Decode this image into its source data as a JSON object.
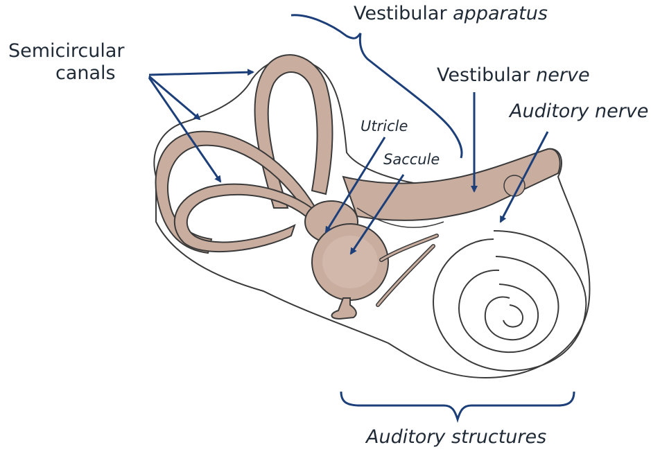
{
  "labels": {
    "semicircular_line1": "Semicircular",
    "semicircular_line2": "canals",
    "vestibular_apparatus_prefix": "Vestibular",
    "vestibular_apparatus_italic": "apparatus",
    "vestibular_nerve_prefix": "Vestibular",
    "vestibular_nerve_italic": "nerve",
    "auditory_nerve": "Auditory nerve",
    "utricle": "Utricle",
    "saccule": "Saccule",
    "auditory_structures": "Auditory structures"
  },
  "colors": {
    "structure_fill": "#c9ad9f",
    "structure_outline": "#3a3a3a",
    "arrow": "#1c3f7a",
    "text": "#1f2a36"
  }
}
